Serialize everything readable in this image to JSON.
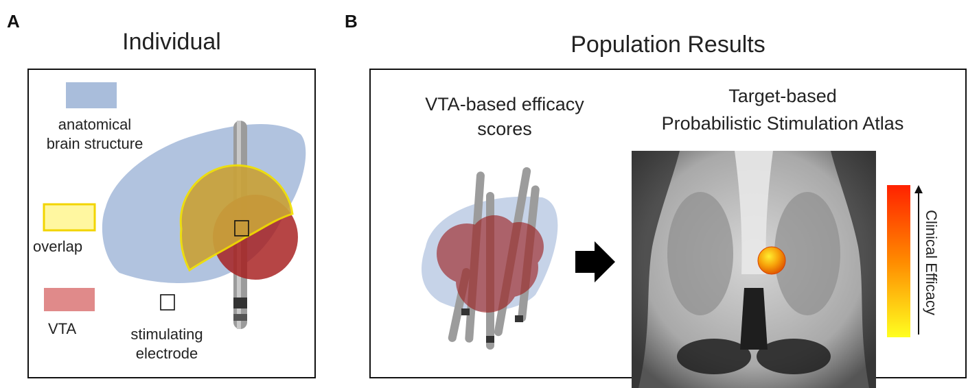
{
  "panel_a": {
    "letter": "A",
    "title": "Individual",
    "legend": {
      "structure": "anatomical brain structure",
      "overlap": "overlap",
      "vta": "VTA",
      "electrode": "stimulating electrode"
    }
  },
  "panel_b": {
    "letter": "B",
    "title": "Population Results",
    "left_heading": "VTA-based efficacy scores",
    "right_heading_line1": "Target-based",
    "right_heading_line2": "Probabilistic Stimulation Atlas",
    "colorbar_label": "Clinical Efficacy"
  },
  "colors": {
    "structure": "#a9bddb",
    "overlap": "#c9a23a",
    "overlap_legend": "#fff7a0",
    "overlap_border": "#f2e000",
    "vta": "#b32222",
    "vta_legend": "#e08a8a",
    "colorbar_top": "#ff2200",
    "colorbar_bottom": "#ffff20"
  }
}
